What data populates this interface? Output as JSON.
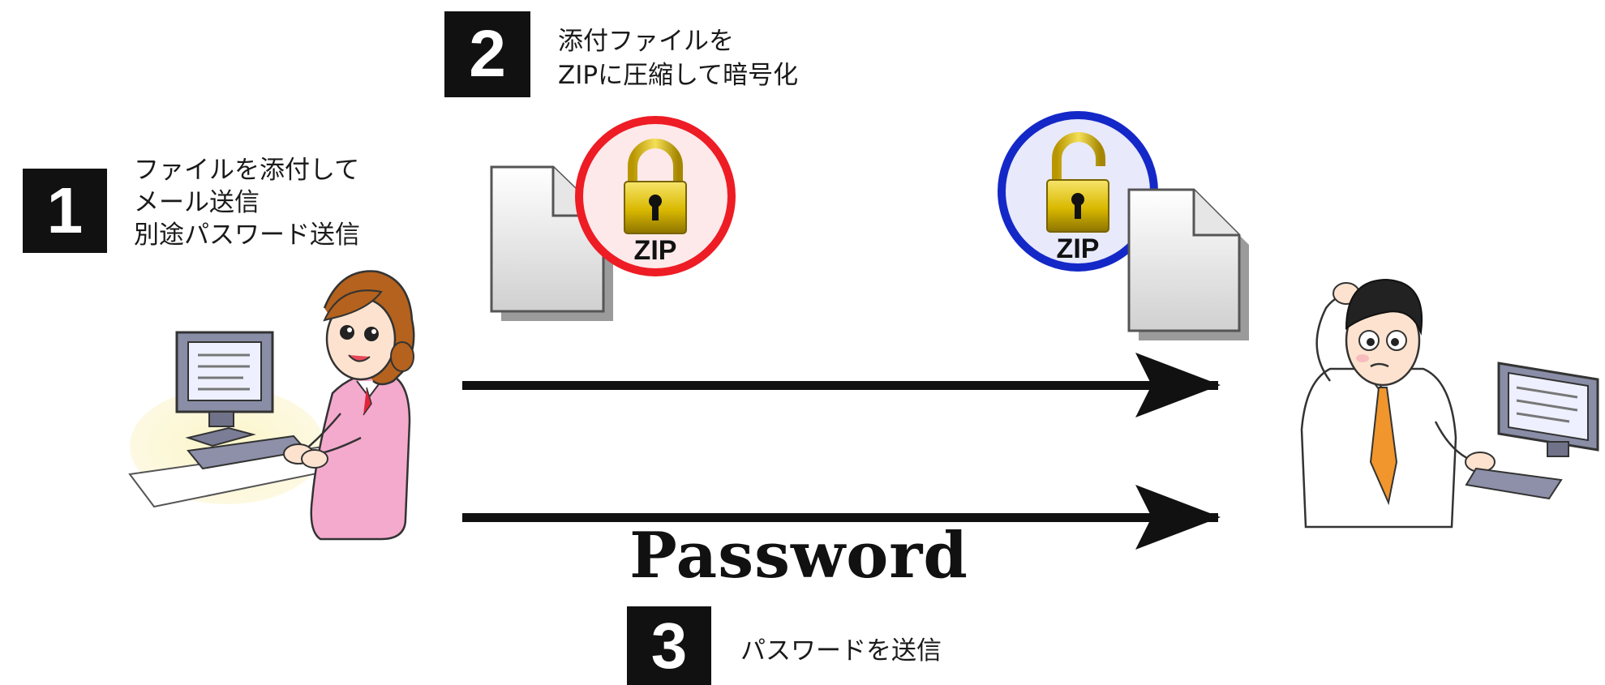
{
  "steps": [
    {
      "number": "1",
      "lines": [
        "ファイルを添付して",
        "メール送信",
        "別途パスワード送信"
      ]
    },
    {
      "number": "2",
      "lines": [
        "添付ファイルを",
        "ZIPに圧縮して暗号化"
      ]
    },
    {
      "number": "3",
      "lines": [
        "パスワードを送信"
      ]
    }
  ],
  "zip_badges": [
    {
      "label": "ZIP",
      "state": "locked",
      "ring_color": "#ee1c24"
    },
    {
      "label": "ZIP",
      "state": "unlocked",
      "ring_color": "#1428c8"
    }
  ],
  "password_label": "Password",
  "colors": {
    "arrow": "#111111",
    "step_box": "#111111",
    "lock_gold": "#d7b400",
    "sender_outfit": "#f4aacd",
    "receiver_tie": "#f0962d"
  }
}
